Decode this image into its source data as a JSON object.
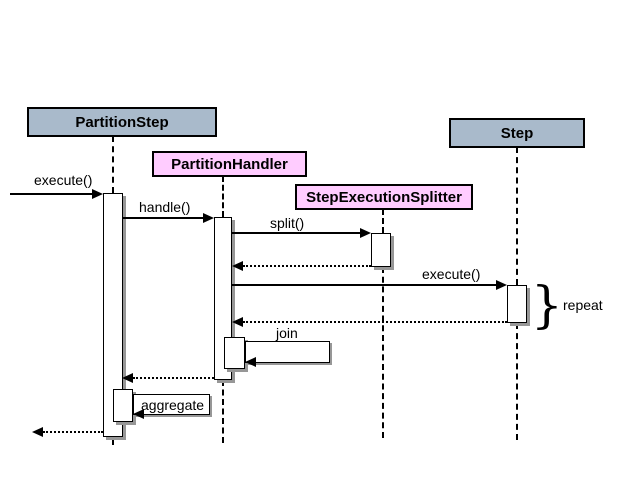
{
  "participants": {
    "partition_step": {
      "label": "PartitionStep",
      "fill": "#a9bacb"
    },
    "partition_handler": {
      "label": "PartitionHandler",
      "fill": "#ffccff"
    },
    "step_execution_splitter": {
      "label": "StepExecutionSplitter",
      "fill": "#ffccff"
    },
    "step": {
      "label": "Step",
      "fill": "#a9bacb"
    }
  },
  "messages": {
    "execute_partition_step": {
      "label": "execute()",
      "from": "external-caller",
      "to": "PartitionStep",
      "kind": "call"
    },
    "handle": {
      "label": "handle()",
      "from": "PartitionStep",
      "to": "PartitionHandler",
      "kind": "call"
    },
    "split": {
      "label": "split()",
      "from": "PartitionHandler",
      "to": "StepExecutionSplitter",
      "kind": "call"
    },
    "split_return": {
      "label": "",
      "from": "StepExecutionSplitter",
      "to": "PartitionHandler",
      "kind": "return"
    },
    "execute_step": {
      "label": "execute()",
      "from": "PartitionHandler",
      "to": "Step",
      "kind": "call"
    },
    "execute_step_return": {
      "label": "",
      "from": "Step",
      "to": "PartitionHandler",
      "kind": "return"
    },
    "join": {
      "label": "join",
      "from": "PartitionHandler",
      "to": "PartitionHandler",
      "kind": "self-call"
    },
    "handle_return": {
      "label": "",
      "from": "PartitionHandler",
      "to": "PartitionStep",
      "kind": "return"
    },
    "aggregate": {
      "label": "aggregate",
      "from": "PartitionStep",
      "to": "PartitionStep",
      "kind": "self-call"
    },
    "execute_return": {
      "label": "",
      "from": "PartitionStep",
      "to": "external-caller",
      "kind": "return"
    }
  },
  "annotations": {
    "repeat": {
      "brace": "}",
      "label": "repeat",
      "applies_to": "execute_step"
    }
  }
}
